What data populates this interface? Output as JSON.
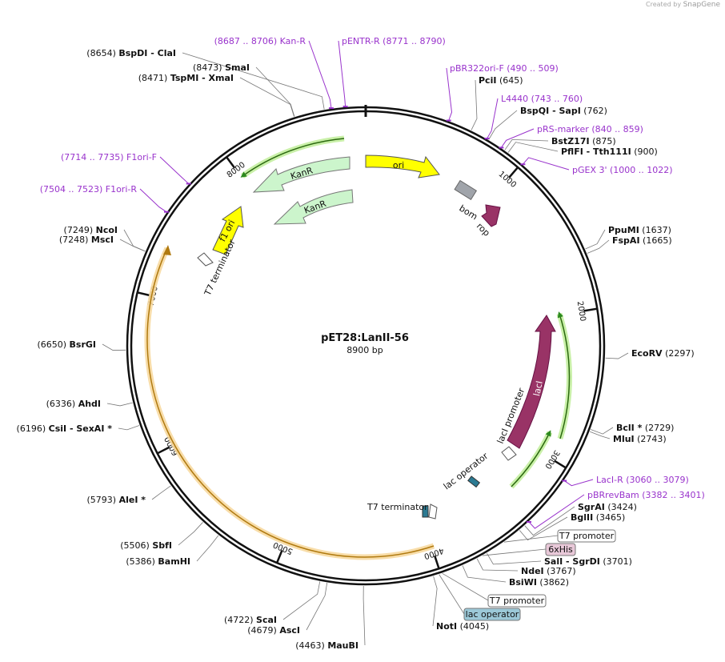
{
  "brand": {
    "created_by": "Created by",
    "app": "SnapGene"
  },
  "plasmid": {
    "name": "pET28:LanII-56",
    "length_label": "8900 bp",
    "total_bp": 8900
  },
  "ticks": [
    "1000",
    "2000",
    "3000",
    "4000",
    "5000",
    "6000",
    "7000",
    "8000"
  ],
  "sites": [
    {
      "num": "(8654)",
      "name": "BspDI",
      "name2": "ClaI",
      "bp": 8654
    },
    {
      "num": "(8473)",
      "name": "SmaI",
      "bp": 8473
    },
    {
      "num": "(8471)",
      "name": "TspMI",
      "name2": "XmaI",
      "bp": 8471
    },
    {
      "num": "(645)",
      "name": "PciI",
      "bp": 645,
      "rev": true
    },
    {
      "num": "(762)",
      "name": "BspQI",
      "name2": "SapI",
      "bp": 762,
      "rev": true
    },
    {
      "num": "(875)",
      "name": "BstZ17I",
      "bp": 875,
      "rev": true
    },
    {
      "num": "(900)",
      "name": "PflFI",
      "name2": "Tth111I",
      "bp": 900,
      "rev": true
    },
    {
      "num": "(1637)",
      "name": "PpuMI",
      "bp": 1637,
      "rev": true
    },
    {
      "num": "(1665)",
      "name": "FspAI",
      "bp": 1665,
      "rev": true
    },
    {
      "num": "(2297)",
      "name": "EcoRV",
      "bp": 2297,
      "rev": true
    },
    {
      "num": "(2729)",
      "name": "BclI *",
      "bp": 2729,
      "rev": true
    },
    {
      "num": "(2743)",
      "name": "MluI",
      "bp": 2743,
      "rev": true
    },
    {
      "num": "(3424)",
      "name": "SgrAI",
      "bp": 3424,
      "rev": true
    },
    {
      "num": "(3465)",
      "name": "BglII",
      "bp": 3465,
      "rev": true
    },
    {
      "num": "(3701)",
      "name": "SalI",
      "name2": "SgrDI",
      "bp": 3701,
      "rev": true
    },
    {
      "num": "(3767)",
      "name": "NdeI",
      "bp": 3767,
      "rev": true
    },
    {
      "num": "(3862)",
      "name": "BsiWI",
      "bp": 3862,
      "rev": true
    },
    {
      "num": "(4045)",
      "name": "NotI",
      "bp": 4045,
      "rev": true
    },
    {
      "num": "(4463)",
      "name": "MauBI",
      "bp": 4463
    },
    {
      "num": "(4679)",
      "name": "AscI",
      "bp": 4679
    },
    {
      "num": "(4722)",
      "name": "ScaI",
      "bp": 4722
    },
    {
      "num": "(5386)",
      "name": "BamHI",
      "bp": 5386
    },
    {
      "num": "(5506)",
      "name": "SbfI",
      "bp": 5506
    },
    {
      "num": "(5793)",
      "name": "AleI *",
      "bp": 5793
    },
    {
      "num": "(6196)",
      "name": "CsiI",
      "name2": "SexAI *",
      "bp": 6196
    },
    {
      "num": "(6336)",
      "name": "AhdI",
      "bp": 6336
    },
    {
      "num": "(6650)",
      "name": "BsrGI",
      "bp": 6650
    },
    {
      "num": "(7248)",
      "name": "MscI",
      "bp": 7248
    },
    {
      "num": "(7249)",
      "name": "NcoI",
      "bp": 7249
    }
  ],
  "primers": [
    {
      "text": "(8687 .. 8706)  Kan-R",
      "bp": 8696
    },
    {
      "text": "pENTR-R",
      "range": "(8771 .. 8790)",
      "bp": 8780
    },
    {
      "text": "pBR322ori-F",
      "range": "(490 .. 509)",
      "bp": 500
    },
    {
      "text": "L4440",
      "range": "(743 .. 760)",
      "bp": 750
    },
    {
      "text": "pRS-marker",
      "range": "(840 .. 859)",
      "bp": 850
    },
    {
      "text": "pGEX 3'",
      "range": "(1000 .. 1022)",
      "bp": 1011
    },
    {
      "text": "LacI-R",
      "range": "(3060 .. 3079)",
      "bp": 3070
    },
    {
      "text": "pBRrevBam",
      "range": "(3382 .. 3401)",
      "bp": 3391
    },
    {
      "text": "(7714 .. 7735)  F1ori-F",
      "bp": 7725
    },
    {
      "text": "(7504 .. 7523)  F1ori-R",
      "bp": 7513
    }
  ],
  "boxed_features": [
    {
      "text": "T7 promoter",
      "style": "plain",
      "bp": 3580
    },
    {
      "text": "6xHis",
      "style": "his",
      "bp": 3730
    },
    {
      "text": "T7 promoter",
      "style": "plain",
      "bp": 3990
    },
    {
      "text": "lac operator",
      "style": "lac",
      "bp": 4010
    }
  ],
  "features": {
    "ori": "ori",
    "kanr1": "KanR",
    "kanr2": "KanR",
    "bom": "bom",
    "rop": "rop",
    "f1_ori": "f1 ori",
    "t7_terminator_top": "T7 terminator",
    "laci": "lacI",
    "laci_promoter": "lacI promoter",
    "lac_operator": "lac operator",
    "t7_terminator_bottom": "T7 terminator"
  },
  "colors": {
    "ori": "#ffff00",
    "kanr": "#ccf5cc",
    "bom": "#a0a4aa",
    "rop": "#993366",
    "laci": "#993366",
    "primer": "#9933cc",
    "insert_arc": "#f0b040",
    "green_arc": "#2c8a1e",
    "lac_operator_box": "#9cc9d8",
    "his_box": "#e8c8d8"
  }
}
